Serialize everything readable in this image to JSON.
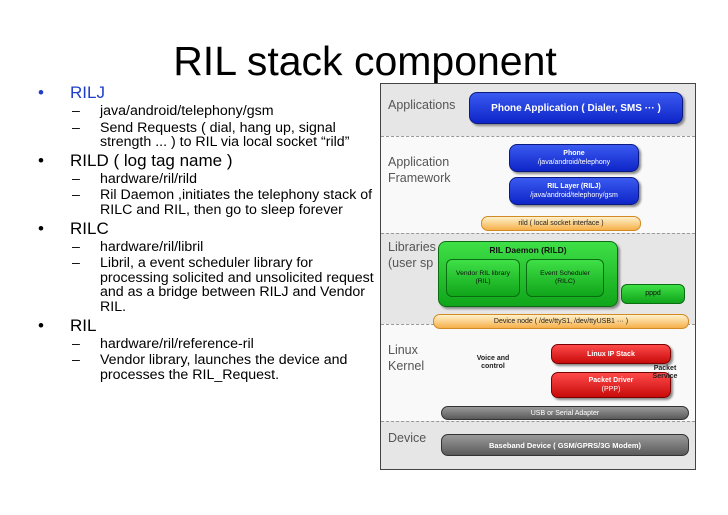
{
  "title": "RIL stack component",
  "bullets": [
    {
      "label": "RILJ",
      "sub": [
        "java/android/telephony/gsm",
        "Send Requests ( dial, hang up, signal strength ... ) to RIL via local socket “rild”"
      ]
    },
    {
      "label": "RILD ( log tag name )",
      "sub": [
        "hardware/ril/rild",
        "Ril Daemon ,initiates the telephony stack of RILC and RIL, then go to sleep forever"
      ]
    },
    {
      "label": "RILC",
      "sub": [
        "hardware/ril/libril",
        "Libril, a event scheduler library for processing solicited and unsolicited request and as a bridge between RILJ and Vendor RIL."
      ]
    },
    {
      "label": "RIL",
      "sub": [
        "hardware/ril/reference-ril",
        "Vendor library, launches the device and processes the RIL_Request."
      ]
    }
  ],
  "bullet_marker": "•",
  "dash_marker": "–",
  "diagram": {
    "layers": {
      "applications": "Applications",
      "framework_1": "Application",
      "framework_2": "Framework",
      "libraries_1": "Libraries",
      "libraries_2": "(user sp",
      "kernel_1": "Linux",
      "kernel_2": "Kernel",
      "device": "Device"
    },
    "phone_app": "Phone Application ( Dialer, SMS ··· )",
    "phone_1": "Phone",
    "phone_2": "/java/android/telephony",
    "ril_layer_1": "RIL Layer (RILJ)",
    "ril_layer_2": "/java/android/telephony/gsm",
    "rild_socket": "rild ( local socket interface )",
    "ril_daemon": "RIL Daemon (RILD)",
    "vendor_ril": "Vendor RIL library (RIL)",
    "event_scheduler": "Event Scheduler (RILC)",
    "pppd": "pppd",
    "device_node": "Device node ( /dev/ttyS1, /dev/ttyUSB1 ··· )",
    "voice_control": "Voice and control",
    "linux_ip_stack": "Linux IP Stack",
    "packet_driver_1": "Packet Driver",
    "packet_driver_2": "(PPP)",
    "packet_service": "Packet Service",
    "usb_adapter": "USB or Serial Adapter",
    "baseband": "Baseband Device ( GSM/GPRS/3G Modem)"
  },
  "colors": {
    "accent_blue": "#1f3ec7",
    "app_blue": "#0e25c8",
    "green": "#10a51a",
    "orange": "#f6b04a",
    "red": "#c80a0a"
  }
}
